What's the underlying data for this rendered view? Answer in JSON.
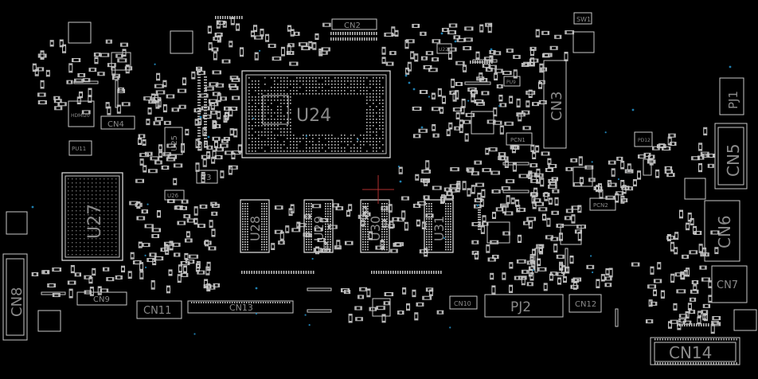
{
  "board": {
    "background": "#000000",
    "outline_color": "#c8c8c8",
    "label_color": "#8a8a8a",
    "via_color": "#1f7fb0",
    "crosshair_color": "#b03030"
  },
  "labels": {
    "cn2": "CN2",
    "sw1": "SW1",
    "u24": "U24",
    "cn3": "CN3",
    "pj1": "PJ1",
    "cn4": "CN4",
    "hdmi": "HDMI20",
    "u25": "U25",
    "pu11": "PU11",
    "pcn1": "PCN1",
    "pd12": "PD12",
    "cn5": "CN5",
    "y3": "Y3",
    "u26": "U26",
    "u27": "U27",
    "u28": "U28",
    "u29": "U29",
    "u30": "U30",
    "u31": "U31",
    "pcn2": "PCN2",
    "cn6": "CN6",
    "cn8": "CN8",
    "cn9": "CN9",
    "cn11": "CN11",
    "cn13": "CN13",
    "cn10": "CN10",
    "pj2": "PJ2",
    "cn12": "CN12",
    "cn7": "CN7",
    "cn14": "CN14",
    "u22": "U22",
    "pu9": "PU9"
  }
}
